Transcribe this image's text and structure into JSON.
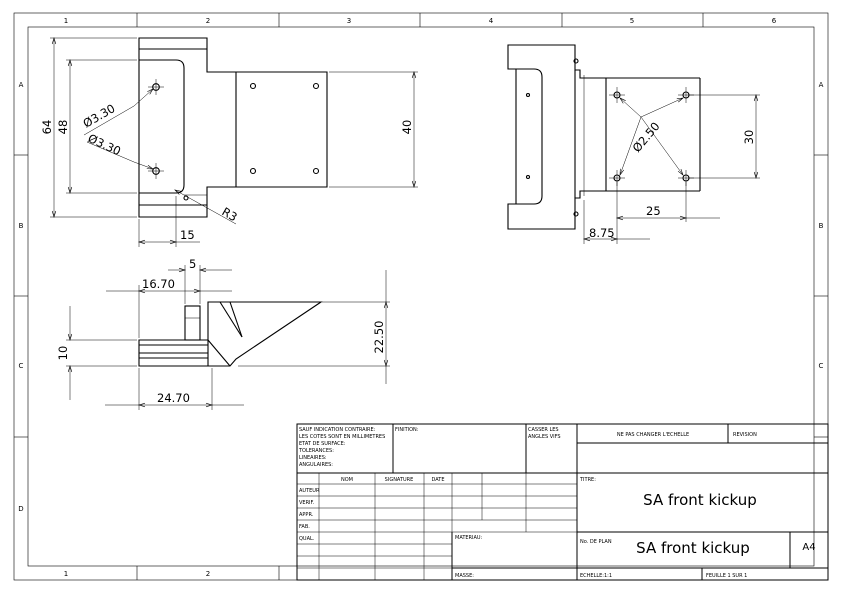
{
  "zones": {
    "columns_top": [
      "1",
      "2",
      "3",
      "4",
      "5",
      "6"
    ],
    "columns_bottom": [
      "1",
      "2"
    ],
    "rows": [
      "A",
      "B",
      "C",
      "D"
    ]
  },
  "dimensions": {
    "front_64": "64",
    "front_48": "48",
    "front_hole1": "Ø3.30",
    "front_hole2": "Ø3.30",
    "front_40": "40",
    "front_r3": "R3",
    "front_15": "15",
    "right_250": "Ø2.50",
    "right_30": "30",
    "right_25": "25",
    "right_875": "8.75",
    "side_5": "5",
    "side_1670": "16.70",
    "side_10": "10",
    "side_2250": "22.50",
    "side_2470": "24.70"
  },
  "title_block": {
    "general_notes": [
      "SAUF INDICATION CONTRAIRE:",
      "LES COTES SONT EN MILLIMETRES",
      "ETAT DE SURFACE:",
      "TOLERANCES:",
      "  LINEAIRES:",
      "  ANGULAIRES:"
    ],
    "finition_label": "FINITION:",
    "casser_label": [
      "CASSER LES",
      "ANGLES VIFS"
    ],
    "no_scale_label": "NE PAS CHANGER L'ECHELLE",
    "revision_label": "REVISION",
    "col_nom": "NOM",
    "col_signature": "SIGNATURE",
    "col_date": "DATE",
    "rows": [
      "AUTEUR",
      "VERIF.",
      "APPR.",
      "FAB.",
      "QUAL."
    ],
    "titre_label": "TITRE:",
    "title": "SA front kickup",
    "materiau_label": "MATERIAU:",
    "plan_no_label": "No. DE PLAN",
    "plan_no": "SA front kickup",
    "format": "A4",
    "masse_label": "MASSE:",
    "echelle_label": "ECHELLE:1:1",
    "feuille_label": "FEUILLE 1 SUR 1"
  }
}
